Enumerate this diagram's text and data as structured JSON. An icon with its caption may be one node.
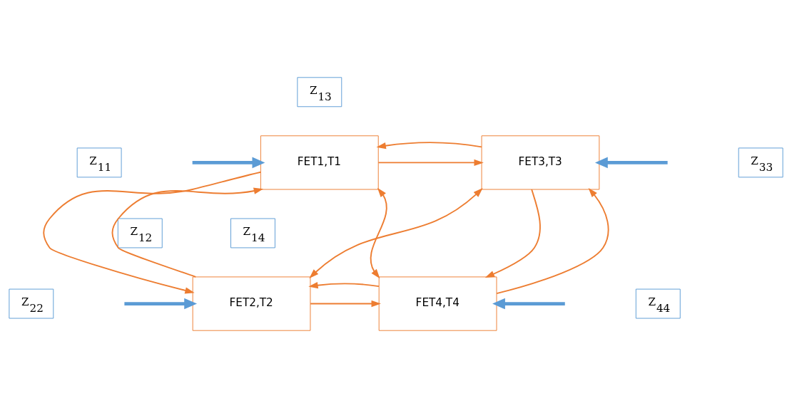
{
  "diagram": {
    "nodes": [
      {
        "text": [
          "Z$_{13}$"
        ]
      },
      {
        "text": [
          "FET1,T1"
        ]
      },
      {
        "text": [
          "FET3,T3"
        ]
      },
      {
        "text": [
          "Z$_{11}$"
        ]
      },
      {
        "text": [
          "Z$_{33}$"
        ]
      },
      {
        "text": [
          "Z$_{12}$"
        ]
      },
      {
        "text": [
          "Z$_{14}$"
        ]
      },
      {
        "text": [
          "FET2,T2"
        ]
      },
      {
        "text": [
          "FET4,T4"
        ]
      },
      {
        "text": [
          "Z$_{22}$"
        ]
      },
      {
        "text": [
          "Z$_{44}$"
        ]
      }
    ],
    "edges": [
      {
        "from": 1,
        "to": 2,
        "arrow": "to"
      },
      {
        "from": 2,
        "to": 1,
        "arrow": "to"
      },
      {
        "from": 7,
        "to": 1,
        "arrow": "to"
      },
      {
        "from": 1,
        "to": 7,
        "arrow": "to"
      },
      {
        "from": 1,
        "to": 8,
        "arrow": "both"
      },
      {
        "from": 2,
        "to": 7,
        "arrow": "both"
      },
      {
        "from": 8,
        "to": 2,
        "arrow": "to"
      },
      {
        "from": 2,
        "to": 8,
        "arrow": "to"
      },
      {
        "from": 7,
        "to": 8,
        "arrow": "to"
      },
      {
        "from": 8,
        "to": 7,
        "arrow": "to"
      },
      {
        "from": null,
        "to": 1,
        "arrow": "to",
        "style": "thick",
        "color": "#5b9bd5"
      },
      {
        "from": null,
        "to": 2,
        "arrow": "to",
        "style": "thick",
        "color": "#5b9bd5"
      },
      {
        "from": null,
        "to": 7,
        "arrow": "to",
        "style": "thick",
        "color": "#5b9bd5"
      },
      {
        "from": null,
        "to": 8,
        "arrow": "to",
        "style": "thick",
        "color": "#5b9bd5"
      }
    ]
  }
}
